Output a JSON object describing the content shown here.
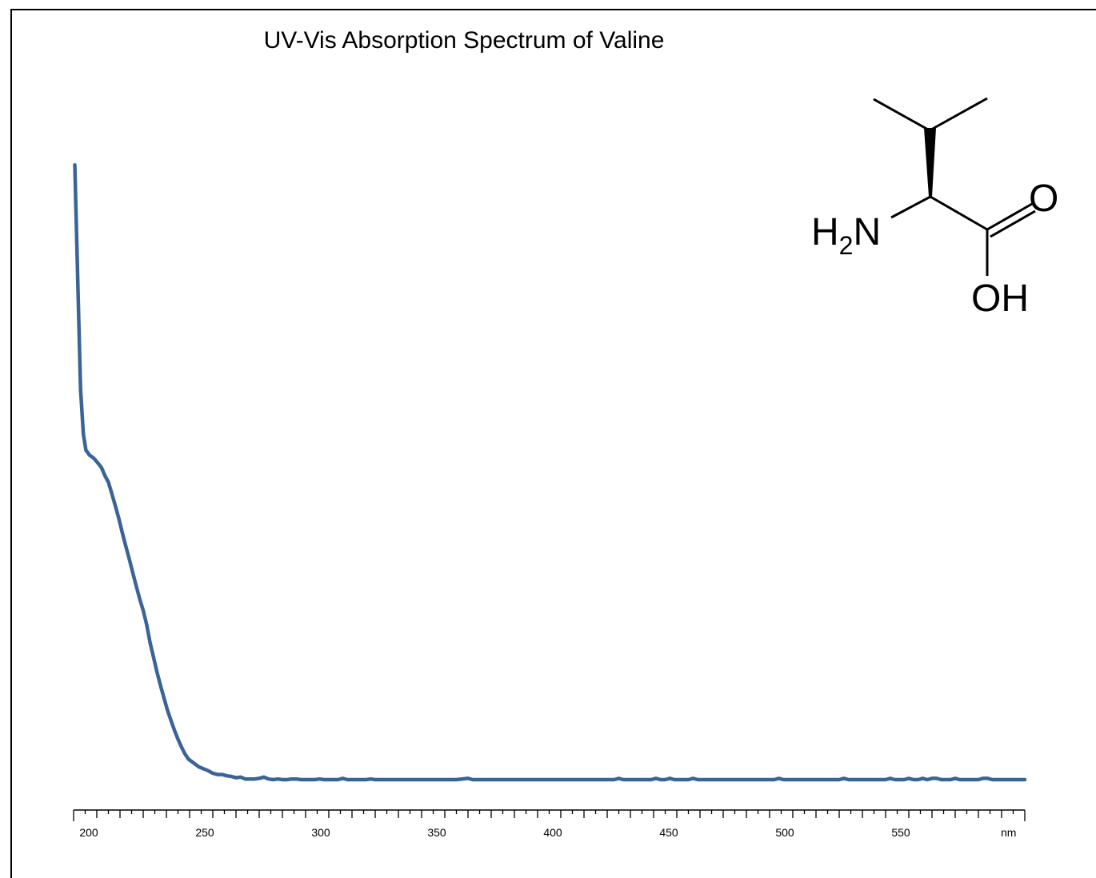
{
  "chart_data": {
    "type": "line",
    "title": "UV-Vis Absorption Spectrum of Valine",
    "xlabel": "",
    "ylabel": "",
    "x_unit": "nm",
    "xlim": [
      190,
      600
    ],
    "x_ticks": [
      200,
      250,
      300,
      350,
      400,
      450,
      500,
      550
    ],
    "grid": false,
    "series": [
      {
        "color": "#3a6496",
        "points": [
          [
            190.5,
            1.0
          ],
          [
            192.0,
            0.79
          ],
          [
            193.0,
            0.65
          ],
          [
            194.2,
            0.58
          ],
          [
            195.3,
            0.555
          ],
          [
            196.9,
            0.547
          ],
          [
            198.5,
            0.543
          ],
          [
            200.0,
            0.537
          ],
          [
            202.0,
            0.528
          ],
          [
            203.5,
            0.515
          ],
          [
            205.0,
            0.505
          ],
          [
            206.5,
            0.487
          ],
          [
            208.0,
            0.468
          ],
          [
            209.5,
            0.448
          ],
          [
            211.0,
            0.426
          ],
          [
            212.5,
            0.405
          ],
          [
            214.0,
            0.385
          ],
          [
            215.5,
            0.364
          ],
          [
            217.0,
            0.343
          ],
          [
            218.5,
            0.323
          ],
          [
            220.0,
            0.305
          ],
          [
            221.5,
            0.283
          ],
          [
            223.0,
            0.254
          ],
          [
            224.5,
            0.231
          ],
          [
            226.0,
            0.208
          ],
          [
            227.5,
            0.187
          ],
          [
            229.0,
            0.168
          ],
          [
            230.5,
            0.149
          ],
          [
            232.0,
            0.133
          ],
          [
            233.5,
            0.118
          ],
          [
            235.0,
            0.104
          ],
          [
            236.5,
            0.092
          ],
          [
            238.0,
            0.081
          ],
          [
            239.5,
            0.073
          ],
          [
            241.0,
            0.069
          ],
          [
            242.5,
            0.065
          ],
          [
            244.0,
            0.061
          ],
          [
            246.0,
            0.058
          ],
          [
            248.0,
            0.055
          ],
          [
            250.0,
            0.051
          ],
          [
            252.0,
            0.049
          ],
          [
            254.0,
            0.049
          ],
          [
            256.0,
            0.047
          ],
          [
            258.0,
            0.046
          ],
          [
            260.0,
            0.044
          ],
          [
            262.0,
            0.045
          ],
          [
            264.0,
            0.042
          ],
          [
            266.0,
            0.042
          ],
          [
            268.0,
            0.042
          ],
          [
            270.0,
            0.043
          ],
          [
            272.0,
            0.045
          ],
          [
            274.0,
            0.042
          ],
          [
            276.0,
            0.041
          ],
          [
            278.0,
            0.042
          ],
          [
            280.0,
            0.041
          ],
          [
            282.0,
            0.041
          ],
          [
            284.0,
            0.042
          ],
          [
            286.0,
            0.042
          ],
          [
            288.0,
            0.041
          ],
          [
            290.0,
            0.041
          ],
          [
            292.0,
            0.041
          ],
          [
            294.0,
            0.041
          ],
          [
            296.0,
            0.042
          ],
          [
            298.0,
            0.041
          ],
          [
            300.0,
            0.041
          ],
          [
            302.0,
            0.041
          ],
          [
            304.0,
            0.041
          ],
          [
            306.0,
            0.043
          ],
          [
            308.0,
            0.041
          ],
          [
            310.0,
            0.041
          ],
          [
            312.0,
            0.041
          ],
          [
            314.0,
            0.041
          ],
          [
            316.0,
            0.041
          ],
          [
            318.0,
            0.042
          ],
          [
            320.0,
            0.041
          ],
          [
            325.0,
            0.041
          ],
          [
            330.0,
            0.041
          ],
          [
            335.0,
            0.041
          ],
          [
            340.0,
            0.041
          ],
          [
            345.0,
            0.041
          ],
          [
            350.0,
            0.041
          ],
          [
            355.0,
            0.041
          ],
          [
            360.0,
            0.043
          ],
          [
            362.0,
            0.041
          ],
          [
            365.0,
            0.041
          ],
          [
            370.0,
            0.041
          ],
          [
            375.0,
            0.041
          ],
          [
            380.0,
            0.041
          ],
          [
            385.0,
            0.041
          ],
          [
            390.0,
            0.041
          ],
          [
            395.0,
            0.041
          ],
          [
            400.0,
            0.041
          ],
          [
            405.0,
            0.041
          ],
          [
            410.0,
            0.041
          ],
          [
            415.0,
            0.041
          ],
          [
            420.0,
            0.041
          ],
          [
            423.0,
            0.041
          ],
          [
            425.0,
            0.043
          ],
          [
            427.0,
            0.041
          ],
          [
            430.0,
            0.041
          ],
          [
            435.0,
            0.041
          ],
          [
            439.0,
            0.041
          ],
          [
            441.0,
            0.043
          ],
          [
            443.0,
            0.041
          ],
          [
            445.0,
            0.041
          ],
          [
            447.0,
            0.043
          ],
          [
            449.0,
            0.041
          ],
          [
            452.0,
            0.041
          ],
          [
            455.0,
            0.041
          ],
          [
            457.0,
            0.043
          ],
          [
            459.0,
            0.041
          ],
          [
            465.0,
            0.041
          ],
          [
            470.0,
            0.041
          ],
          [
            475.0,
            0.041
          ],
          [
            480.0,
            0.041
          ],
          [
            485.0,
            0.041
          ],
          [
            490.0,
            0.041
          ],
          [
            492.0,
            0.041
          ],
          [
            494.0,
            0.043
          ],
          [
            496.0,
            0.041
          ],
          [
            500.0,
            0.041
          ],
          [
            505.0,
            0.041
          ],
          [
            510.0,
            0.041
          ],
          [
            515.0,
            0.041
          ],
          [
            520.0,
            0.041
          ],
          [
            522.0,
            0.043
          ],
          [
            524.0,
            0.041
          ],
          [
            530.0,
            0.041
          ],
          [
            535.0,
            0.041
          ],
          [
            540.0,
            0.041
          ],
          [
            542.0,
            0.043
          ],
          [
            544.0,
            0.041
          ],
          [
            548.0,
            0.041
          ],
          [
            550.0,
            0.043
          ],
          [
            552.0,
            0.041
          ],
          [
            554.0,
            0.041
          ],
          [
            556.0,
            0.043
          ],
          [
            558.0,
            0.041
          ],
          [
            560.0,
            0.043
          ],
          [
            562.0,
            0.043
          ],
          [
            564.0,
            0.041
          ],
          [
            568.0,
            0.041
          ],
          [
            570.0,
            0.043
          ],
          [
            572.0,
            0.041
          ],
          [
            576.0,
            0.041
          ],
          [
            580.0,
            0.041
          ],
          [
            582.0,
            0.043
          ],
          [
            584.0,
            0.043
          ],
          [
            586.0,
            0.041
          ],
          [
            590.0,
            0.041
          ],
          [
            595.0,
            0.041
          ],
          [
            600.0,
            0.041
          ]
        ]
      }
    ]
  },
  "structure": {
    "amine_label": "H",
    "amine_subscript": "2",
    "amine_atom": "N",
    "carbonyl_label": "O",
    "hydroxyl_label": "OH"
  }
}
